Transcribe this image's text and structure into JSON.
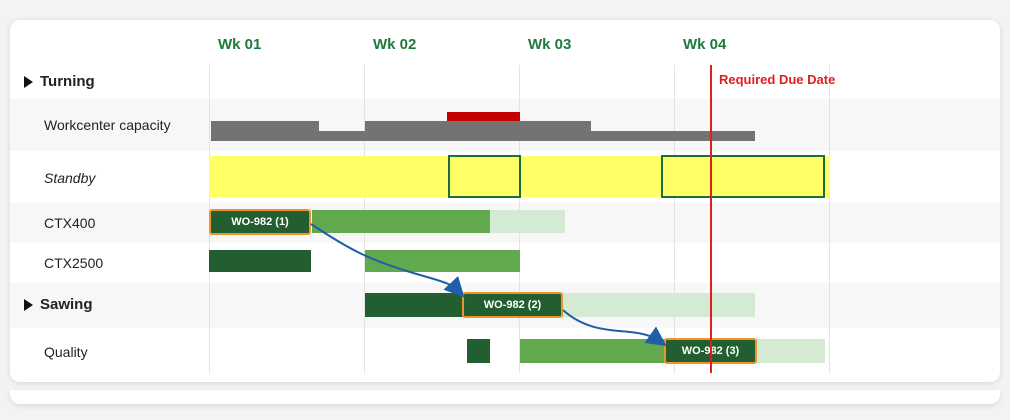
{
  "weeks": [
    "Wk 01",
    "Wk 02",
    "Wk 03",
    "Wk 04"
  ],
  "groups": {
    "turning": "Turning",
    "sawing": "Sawing"
  },
  "rows": {
    "workcenter_capacity": "Workcenter capacity",
    "standby": "Standby",
    "ctx400": "CTX400",
    "ctx2500": "CTX2500",
    "quality": "Quality"
  },
  "tasks": {
    "t1": "WO-982 (1)",
    "t2": "WO-982 (2)",
    "t3": "WO-982 (3)"
  },
  "due_date_label": "Required Due Date",
  "colors": {
    "accent": "#1e7a3c",
    "due": "#e01e1e",
    "task_border": "#f0932a",
    "bar_dark": "#235e31",
    "bar_mid": "#62a84e",
    "bar_light": "#d4ead3",
    "capacity": "#737373",
    "overload": "#c60000",
    "standby": "#ffff66"
  }
}
